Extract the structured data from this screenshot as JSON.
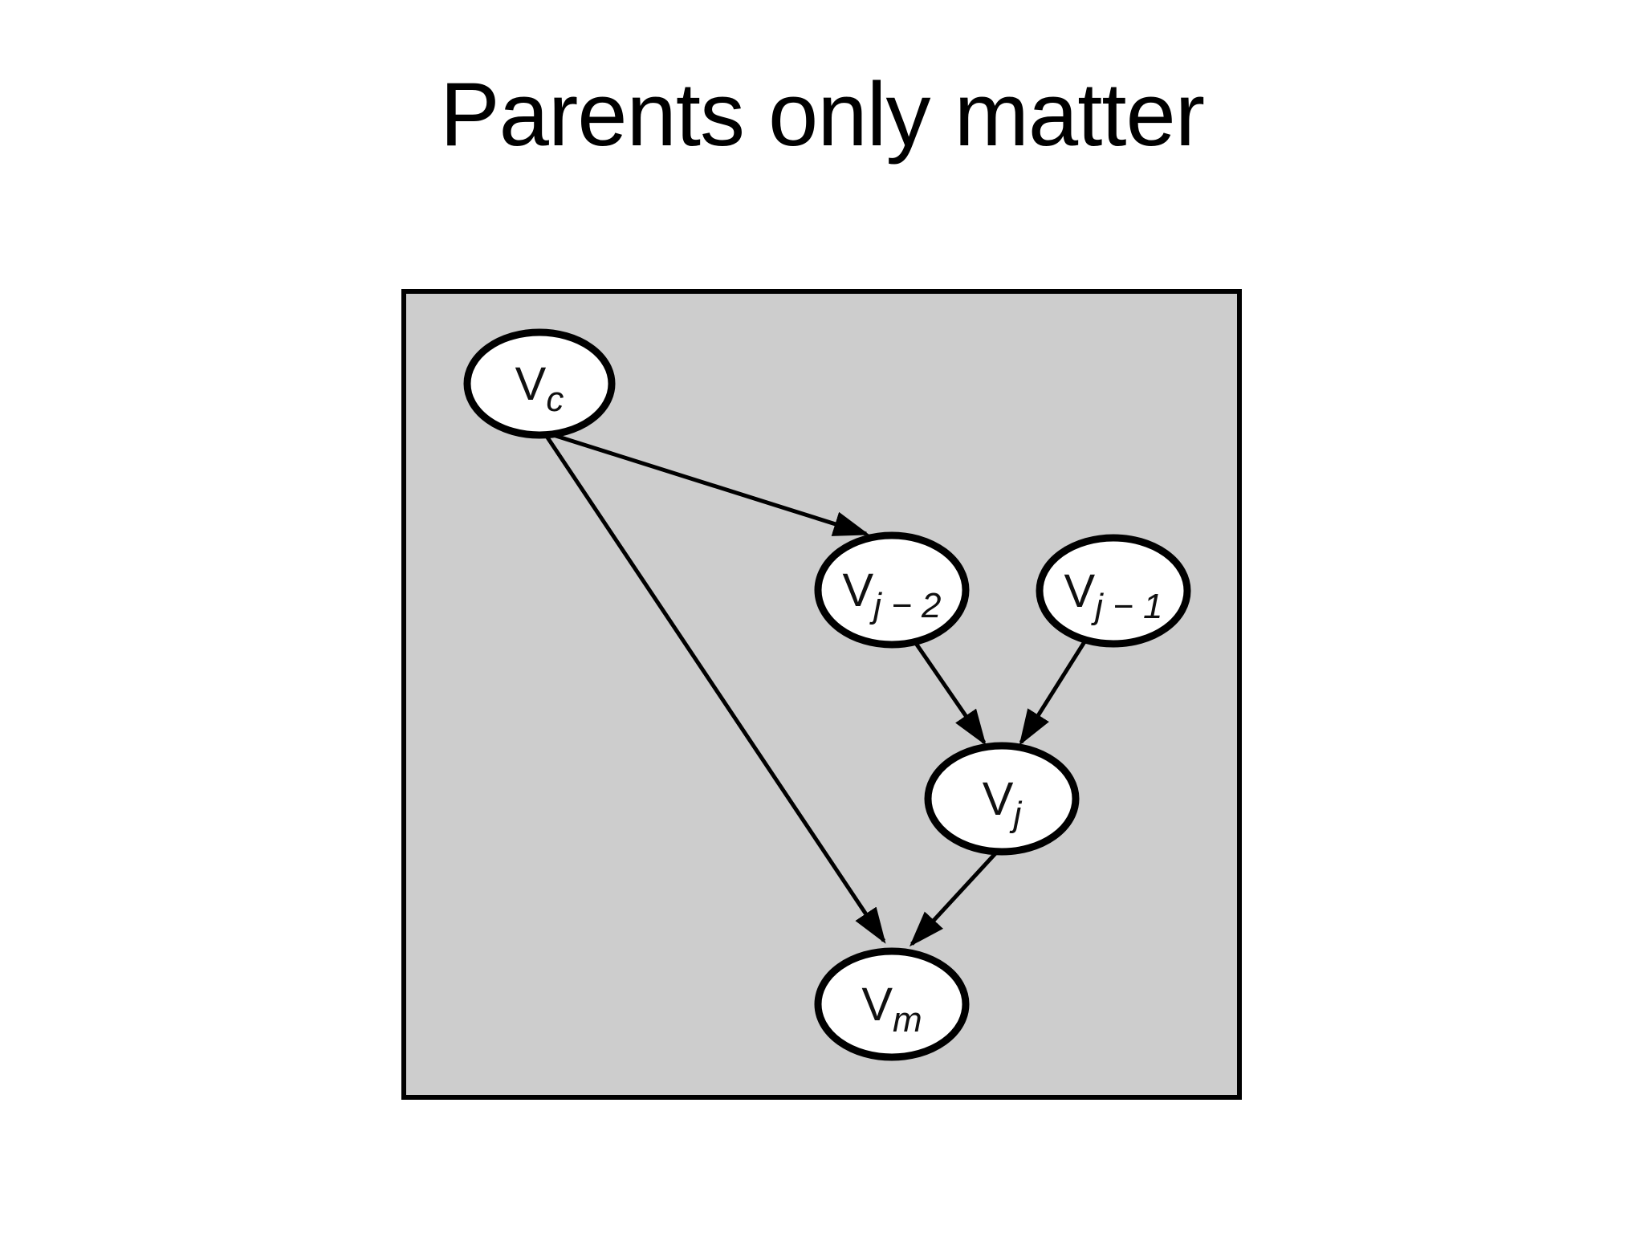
{
  "slide": {
    "title": "Parents only matter",
    "background_color": "#ffffff",
    "title_color": "#000000"
  },
  "diagram": {
    "type": "directed-graph",
    "panel_fill": "#cdcdcd",
    "panel_border_color": "#000000",
    "node_fill": "#ffffff",
    "node_stroke_color": "#000000",
    "edge_color": "#000000",
    "nodes": [
      {
        "id": "Vc",
        "label": "V",
        "sub": "c"
      },
      {
        "id": "Vj2",
        "label": "V",
        "sub": "j − 2"
      },
      {
        "id": "Vj1",
        "label": "V",
        "sub": "j − 1"
      },
      {
        "id": "Vj",
        "label": "V",
        "sub": "j"
      },
      {
        "id": "Vm",
        "label": "V",
        "sub": "m"
      }
    ],
    "edges": [
      {
        "from": "Vc",
        "to": "Vj2"
      },
      {
        "from": "Vc",
        "to": "Vm"
      },
      {
        "from": "Vj2",
        "to": "Vj"
      },
      {
        "from": "Vj1",
        "to": "Vj"
      },
      {
        "from": "Vj",
        "to": "Vm"
      }
    ]
  }
}
